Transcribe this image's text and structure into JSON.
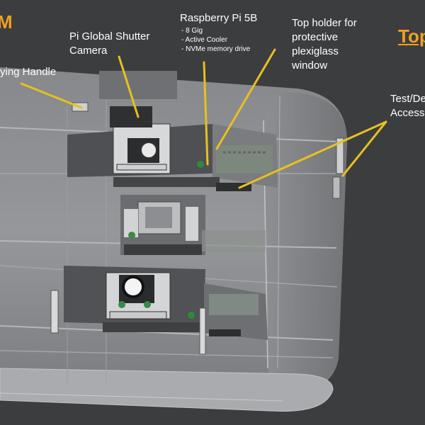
{
  "title_partial": "M",
  "top_right_partial": "Top",
  "labels": {
    "handle": "ying Handle",
    "camera": [
      "Pi Global Shutter",
      "Camera"
    ],
    "pi": {
      "title": "Raspberry Pi 5B",
      "specs": [
        "- 8 Gig",
        "- Active Cooler",
        "- NVMe memory drive"
      ]
    },
    "holder": [
      "Top holder for",
      "protective",
      "plexiglass",
      "window"
    ],
    "test": [
      "Test/De",
      "Access"
    ]
  },
  "colors": {
    "background": "#3c3d3f",
    "callout": "#e8c020",
    "accent": "#f0a020",
    "text": "#ffffff"
  }
}
